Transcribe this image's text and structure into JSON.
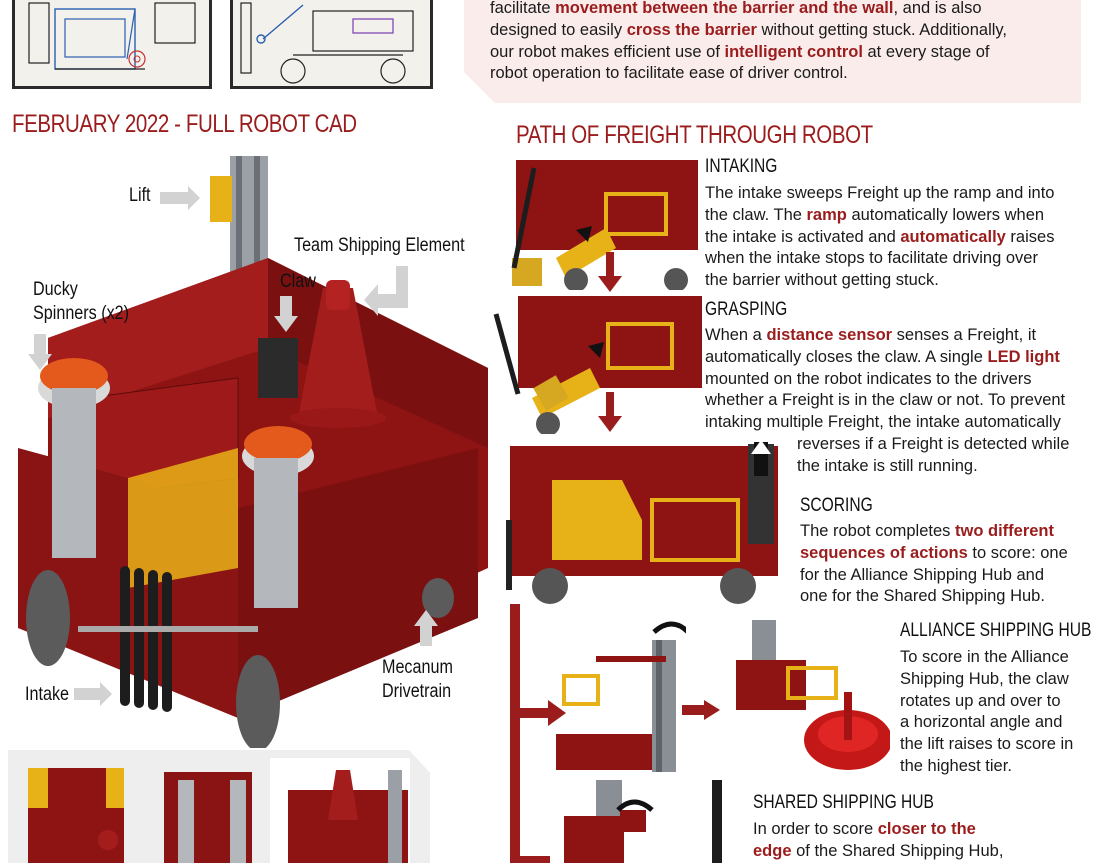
{
  "intro": {
    "line1_pre": "facilitate ",
    "line1_hl": "movement between the barrier and the wall",
    "line1_post": ", and is also",
    "line2_pre": "designed to easily ",
    "line2_hl": "cross the barrier",
    "line2_post": " without getting stuck. Additionally,",
    "line3_pre": "our robot makes efficient use of ",
    "line3_hl": "intelligent control",
    "line3_post": " at every stage of",
    "line4": "robot operation to facilitate ease of driver control."
  },
  "cad": {
    "title": "FEBRUARY 2022 - FULL ROBOT CAD",
    "labels": {
      "lift": "Lift",
      "tse": "Team Shipping Element",
      "claw": "Claw",
      "ducky1": "Ducky",
      "ducky2": "Spinners (x2)",
      "mecanum1": "Mecanum",
      "mecanum2": "Drivetrain",
      "intake": "Intake"
    }
  },
  "path": {
    "title": "PATH OF FREIGHT THROUGH ROBOT",
    "intaking": {
      "heading": "INTAKING",
      "l1": "The intake sweeps Freight up the ramp and into",
      "l2_pre": "the claw. The ",
      "l2_hl": "ramp",
      "l2_post": " automatically lowers when",
      "l3_pre": "the intake is activated and ",
      "l3_hl": "automatically",
      "l3_post": " raises",
      "l4": "when the intake stops to facilitate driving over",
      "l5": "the barrier without getting stuck."
    },
    "grasping": {
      "heading": "GRASPING",
      "l1_pre": "When a ",
      "l1_hl": "distance sensor",
      "l1_post": " senses a Freight, it",
      "l2_pre": "automatically closes the claw. A single ",
      "l2_hl": "LED light",
      "l3": "mounted on the robot indicates to the drivers",
      "l4": "whether a Freight is in the claw or not. To prevent",
      "l5": "intaking multiple Freight, the intake automatically",
      "l6": "reverses if a Freight is detected while",
      "l7": "the intake is still running."
    },
    "scoring": {
      "heading": "SCORING",
      "l1_pre": "The robot completes ",
      "l1_hl": "two different",
      "l2_hl": "sequences of actions",
      "l2_post": " to score: one",
      "l3": "for the Alliance Shipping Hub and",
      "l4": "one for the Shared Shipping Hub."
    },
    "alliance": {
      "heading": "ALLIANCE SHIPPING HUB",
      "l1": "To score in the Alliance",
      "l2": "Shipping Hub, the claw",
      "l3": "rotates up and over to",
      "l4": "a horizontal angle and",
      "l5": "the lift raises to score in",
      "l6": "the highest tier."
    },
    "shared": {
      "heading": "SHARED SHIPPING HUB",
      "l1_pre": "In order to score ",
      "l1_hl": "closer to the",
      "l2_hl": "edge",
      "l2_post": " of the Shared Shipping Hub,"
    }
  },
  "colors": {
    "accent": "#9b1c1c",
    "robot_red": "#8e1414",
    "robot_yellow": "#e7b118",
    "intro_bg": "#fbecec"
  }
}
